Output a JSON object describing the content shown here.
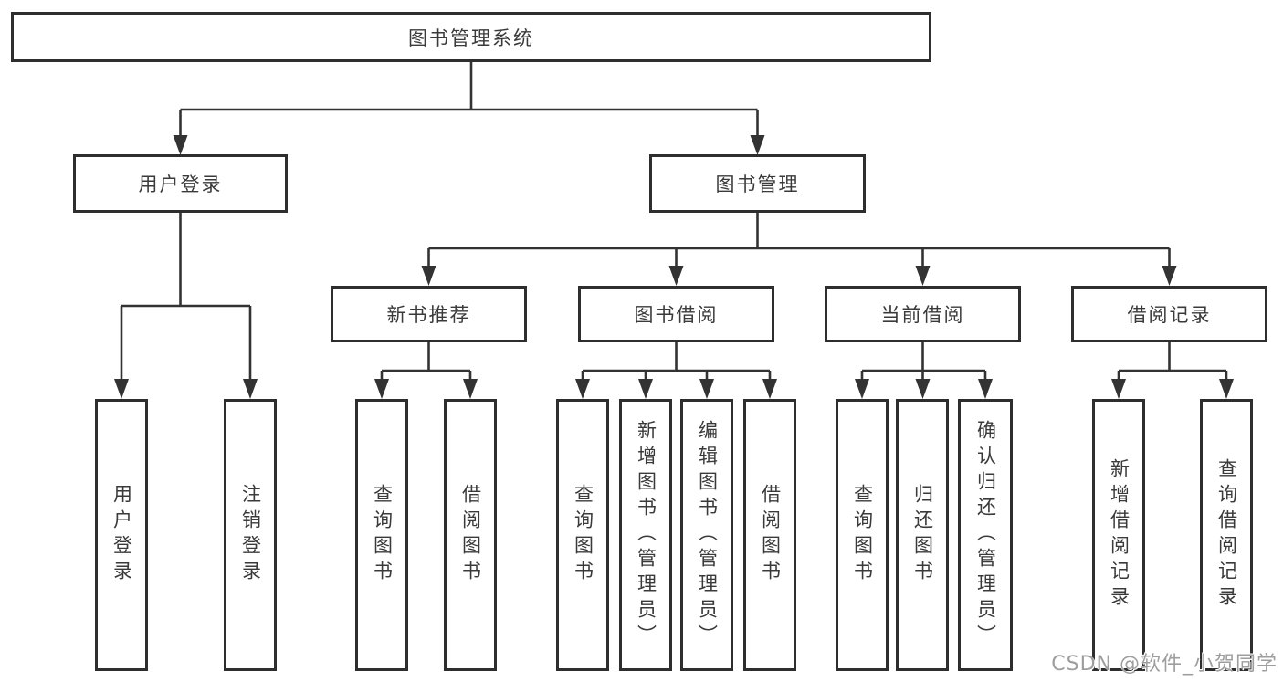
{
  "diagram": {
    "root": {
      "id": "library-management-system",
      "label": "图书管理系统"
    },
    "level2": [
      {
        "id": "user-login",
        "label": "用户登录",
        "parent": "library-management-system"
      },
      {
        "id": "book-management",
        "label": "图书管理",
        "parent": "library-management-system"
      }
    ],
    "level3": [
      {
        "id": "new-book-recommend",
        "label": "新书推荐",
        "parent": "book-management"
      },
      {
        "id": "book-borrowing",
        "label": "图书借阅",
        "parent": "book-management"
      },
      {
        "id": "current-borrowing",
        "label": "当前借阅",
        "parent": "book-management"
      },
      {
        "id": "borrow-records",
        "label": "借阅记录",
        "parent": "book-management"
      }
    ],
    "leaves": [
      {
        "id": "user-login-action",
        "label": "用户登录",
        "parent": "user-login"
      },
      {
        "id": "logout-action",
        "label": "注销登录",
        "parent": "user-login"
      },
      {
        "id": "query-books-recommend",
        "label": "查询图书",
        "parent": "new-book-recommend"
      },
      {
        "id": "borrow-books-recommend",
        "label": "借阅图书",
        "parent": "new-book-recommend"
      },
      {
        "id": "query-books-borrowing",
        "label": "查询图书",
        "parent": "book-borrowing"
      },
      {
        "id": "add-books-admin",
        "label": "新增图书（管理员）",
        "parent": "book-borrowing"
      },
      {
        "id": "edit-books-admin",
        "label": "编辑图书（管理员）",
        "parent": "book-borrowing"
      },
      {
        "id": "borrow-books",
        "label": "借阅图书",
        "parent": "book-borrowing"
      },
      {
        "id": "query-books-current",
        "label": "查询图书",
        "parent": "current-borrowing"
      },
      {
        "id": "return-books",
        "label": "归还图书",
        "parent": "current-borrowing"
      },
      {
        "id": "confirm-return-admin",
        "label": "确认归还（管理员）",
        "parent": "current-borrowing"
      },
      {
        "id": "add-borrow-record",
        "label": "新增借阅记录",
        "parent": "borrow-records"
      },
      {
        "id": "query-borrow-record",
        "label": "查询借阅记录",
        "parent": "borrow-records"
      }
    ],
    "colors": {
      "line": "#333333",
      "border": "#2e2e2e",
      "text": "#3a3a3a",
      "background": "#ffffff",
      "watermark": "#9e9e9e"
    }
  },
  "watermark": {
    "text": "CSDN @软件_小贺同学"
  }
}
